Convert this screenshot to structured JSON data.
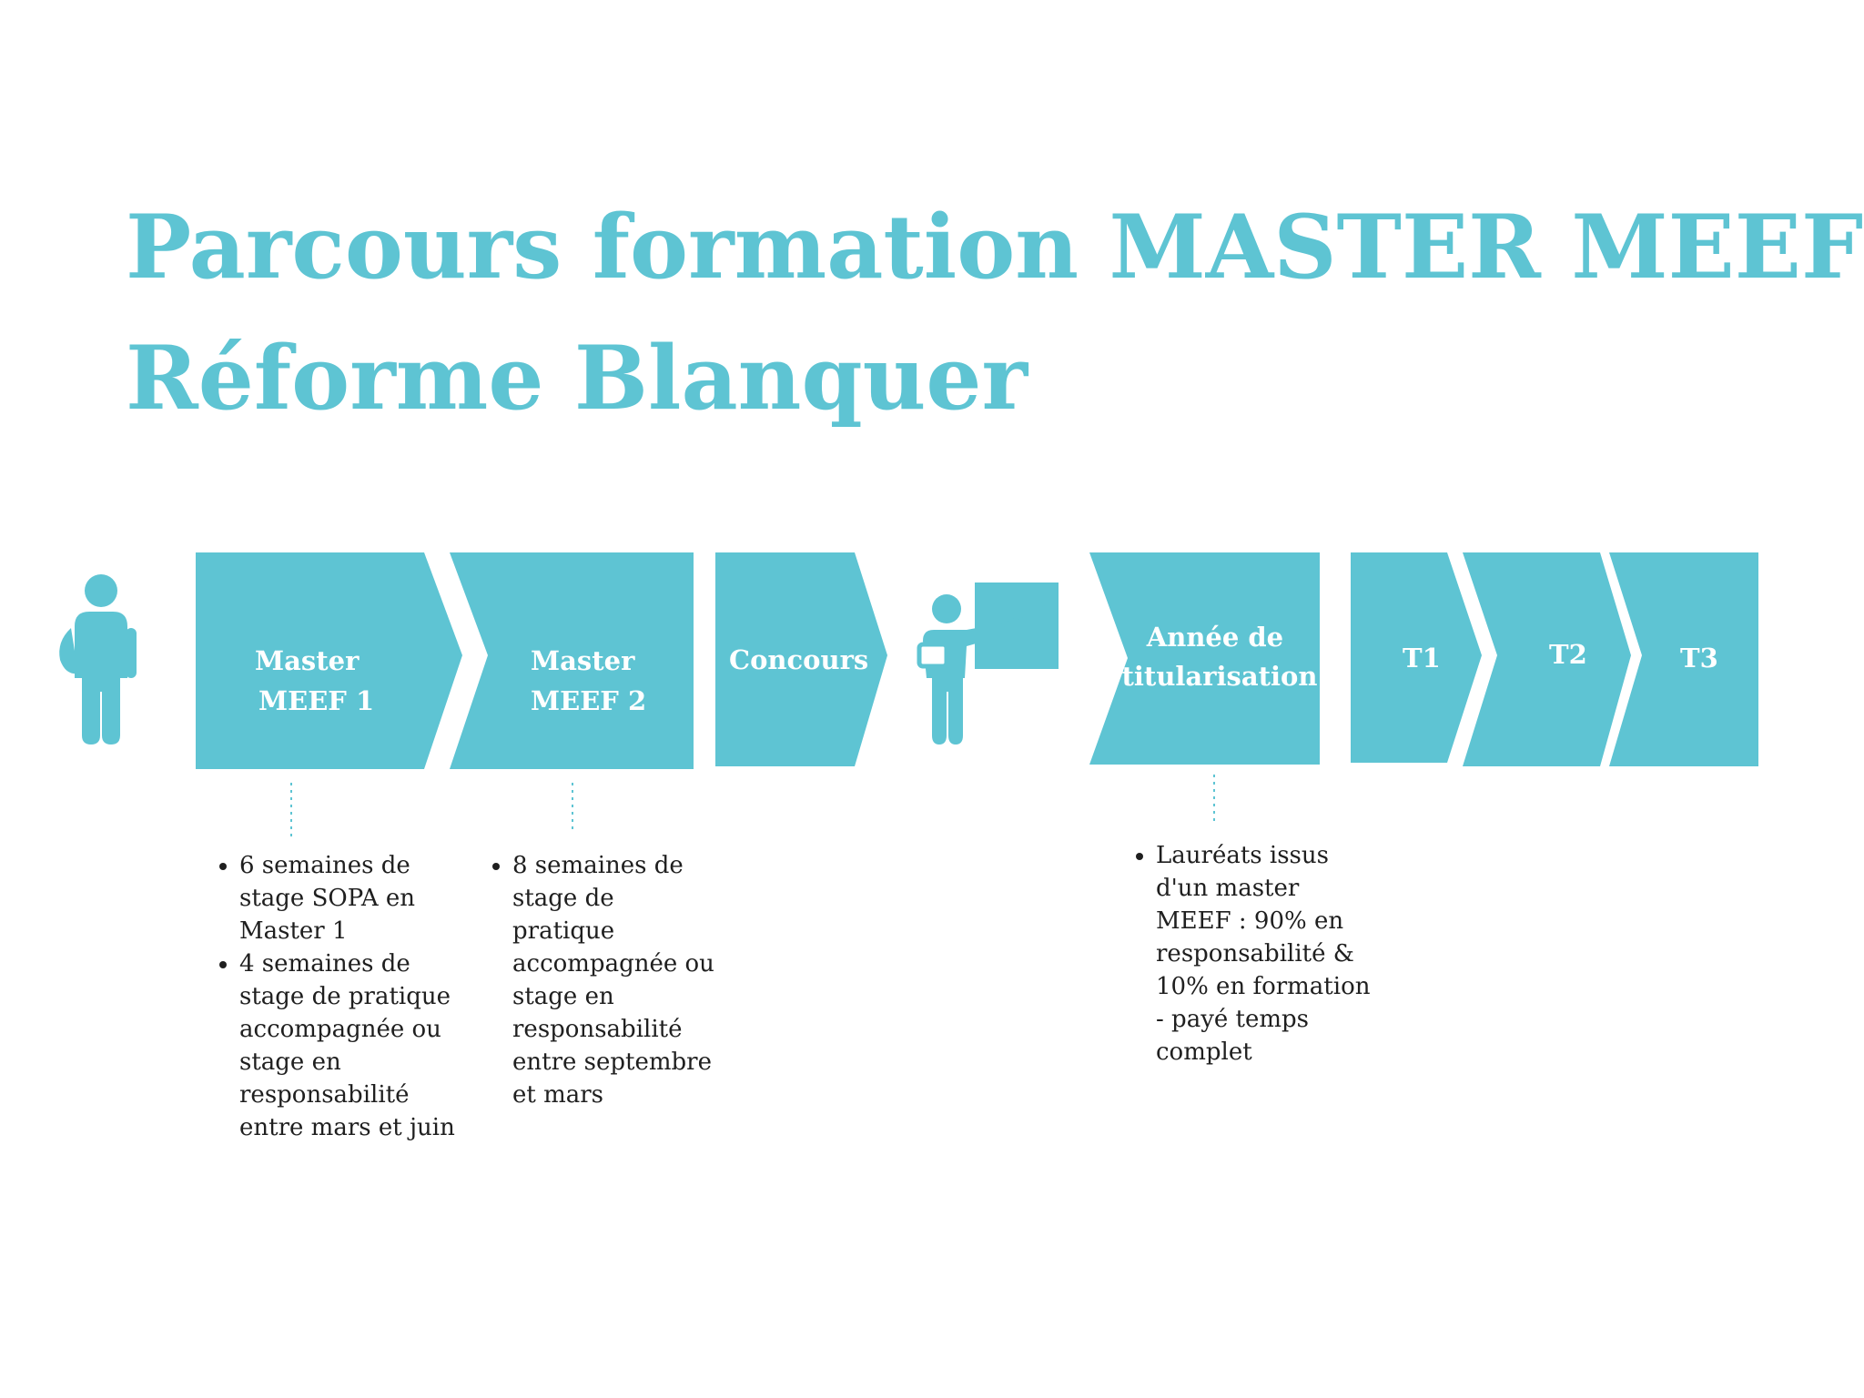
{
  "title": {
    "line1": "Parcours formation MASTER MEEF -",
    "line2": "Réforme Blanquer"
  },
  "colors": {
    "accent": "#5ec4d3",
    "text": "#1f1f1f",
    "background": "#ffffff"
  },
  "icons": [
    "student-icon",
    "teacher-board-icon"
  ],
  "steps": [
    {
      "lines": [
        "Master",
        "MEEF 1"
      ]
    },
    {
      "lines": [
        "Master",
        "MEEF 2"
      ]
    },
    {
      "lines": [
        "Concours"
      ]
    },
    {
      "lines": [
        "Année de",
        "titularisation"
      ]
    },
    {
      "lines": [
        "T1"
      ]
    },
    {
      "lines": [
        "T2"
      ]
    },
    {
      "lines": [
        "T3"
      ]
    }
  ],
  "notes": {
    "meef1": [
      " 6 semaines de stage SOPA en Master 1",
      "4 semaines de stage de pratique accompagnée ou stage en responsabilité entre mars et juin"
    ],
    "meef2": [
      "8 semaines de stage de pratique accompagnée ou stage en responsabilité entre septembre et mars"
    ],
    "titularisation": [
      "Lauréats issus d'un master MEEF : 90%  en responsabilité & 10% en formation - payé temps complet"
    ]
  }
}
